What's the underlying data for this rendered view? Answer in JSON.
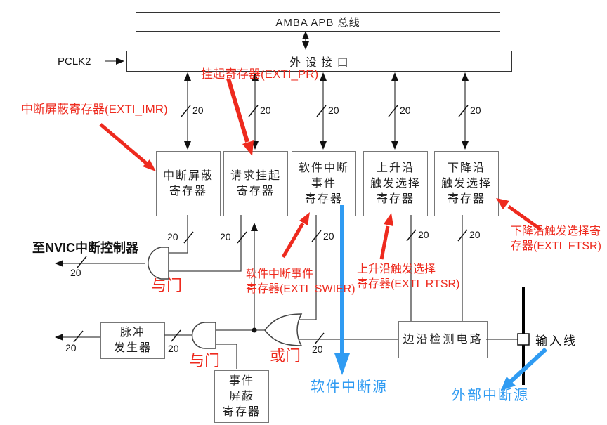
{
  "colors": {
    "annotation_red": "#ee2a1e",
    "source_blue": "#2f9bf2",
    "line_black": "#444444"
  },
  "buses": {
    "amba": "AMBA APB 总线",
    "peripheral": "外 设 接 口"
  },
  "pclk_label": "PCLK2",
  "bus_width": "20",
  "registers": [
    {
      "lines": [
        "中断屏蔽",
        "寄存器"
      ]
    },
    {
      "lines": [
        "请求挂起",
        "寄存器"
      ]
    },
    {
      "lines": [
        "软件中断",
        "事件",
        "寄存器"
      ]
    },
    {
      "lines": [
        "上升沿",
        "触发选择",
        "寄存器"
      ]
    },
    {
      "lines": [
        "下降沿",
        "触发选择",
        "寄存器"
      ]
    }
  ],
  "blocks": {
    "pulse": {
      "lines": [
        "脉冲",
        "发生器"
      ]
    },
    "event_mask": {
      "lines": [
        "事件",
        "屏蔽",
        "寄存器"
      ]
    },
    "edge_detect": "边沿检测电路"
  },
  "gates": {
    "and1": "与门",
    "and2": "与门",
    "or1": "或门"
  },
  "labels": {
    "nvic": "至NVIC中断控制器",
    "input_line": "输入线",
    "sw_int_source": "软件中断源",
    "ext_int_source": "外部中断源"
  },
  "annotations": {
    "imr": "中断屏蔽寄存器(EXTI_IMR)",
    "pr": "挂起寄存器(EXTI_PR)",
    "swier": [
      "软件中断事件",
      "寄存器(EXTI_SWIER)"
    ],
    "rtsr": [
      "上升沿触发选择",
      "寄存器(EXTI_RTSR)"
    ],
    "ftsr": [
      "下降沿触发选择寄",
      "存器(EXTI_FTSR)"
    ]
  }
}
